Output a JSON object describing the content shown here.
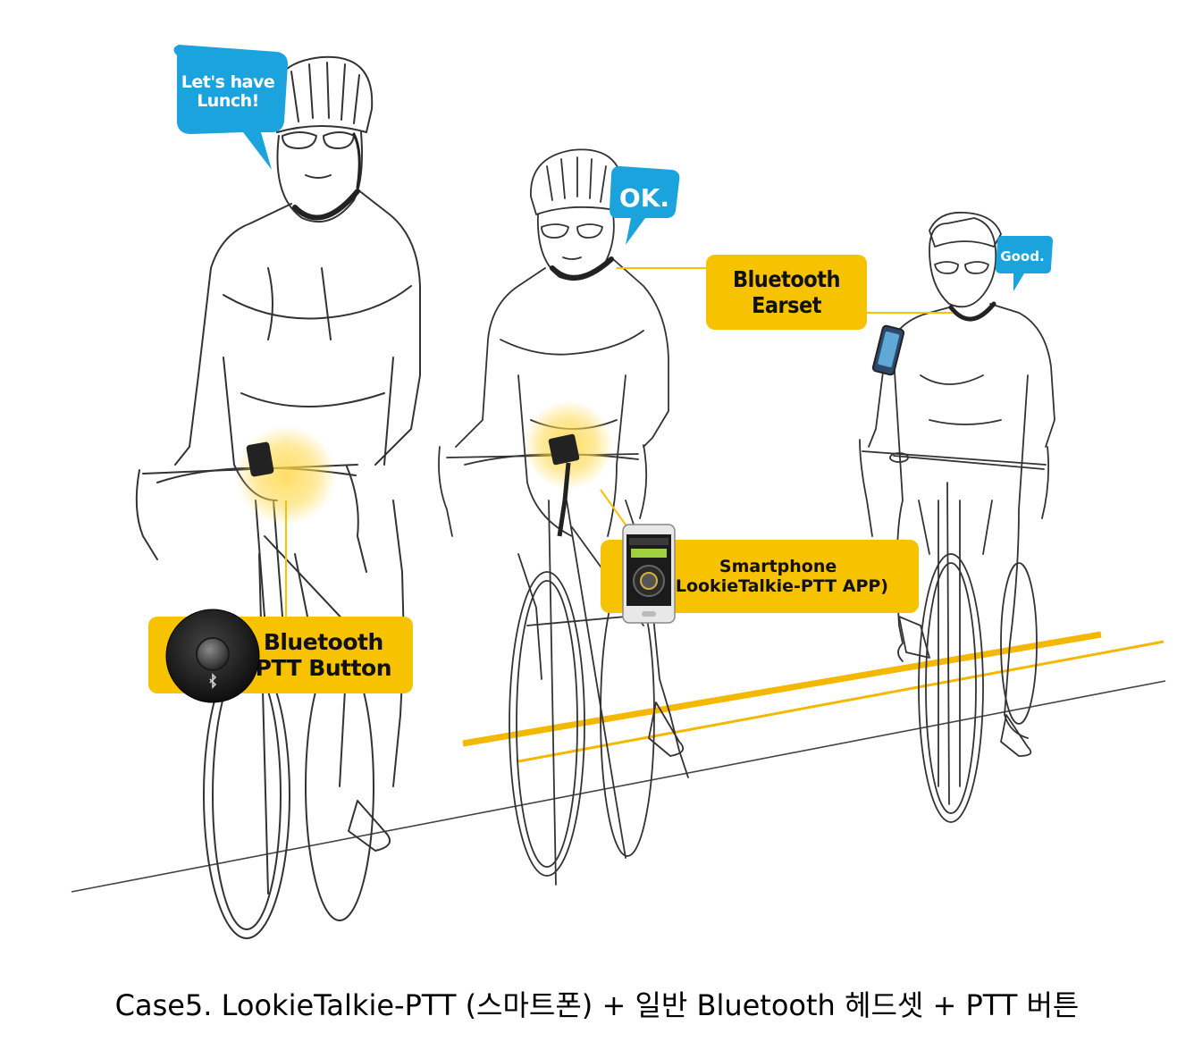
{
  "speech_bubbles": {
    "rider_left": [
      "Let's have",
      "Lunch!"
    ],
    "rider_middle": "OK.",
    "rider_right": "Good."
  },
  "callouts": {
    "earset": [
      "Bluetooth",
      "Earset"
    ],
    "ptt_button": [
      "Bluetooth",
      "PTT Button"
    ],
    "smartphone": [
      "Smartphone",
      "(LookieTalkie-PTT APP)"
    ]
  },
  "caption": "Case5. LookieTalkie-PTT (스마트폰) + 일반 Bluetooth 헤드셋 + PTT 버튼",
  "colors": {
    "callout_yellow": "#f7c300",
    "bubble_blue": "#1aa3dc",
    "line_art": "#333333",
    "road_stripe": "#f4b800"
  },
  "icons": {
    "bluetooth": "bluetooth-icon"
  }
}
